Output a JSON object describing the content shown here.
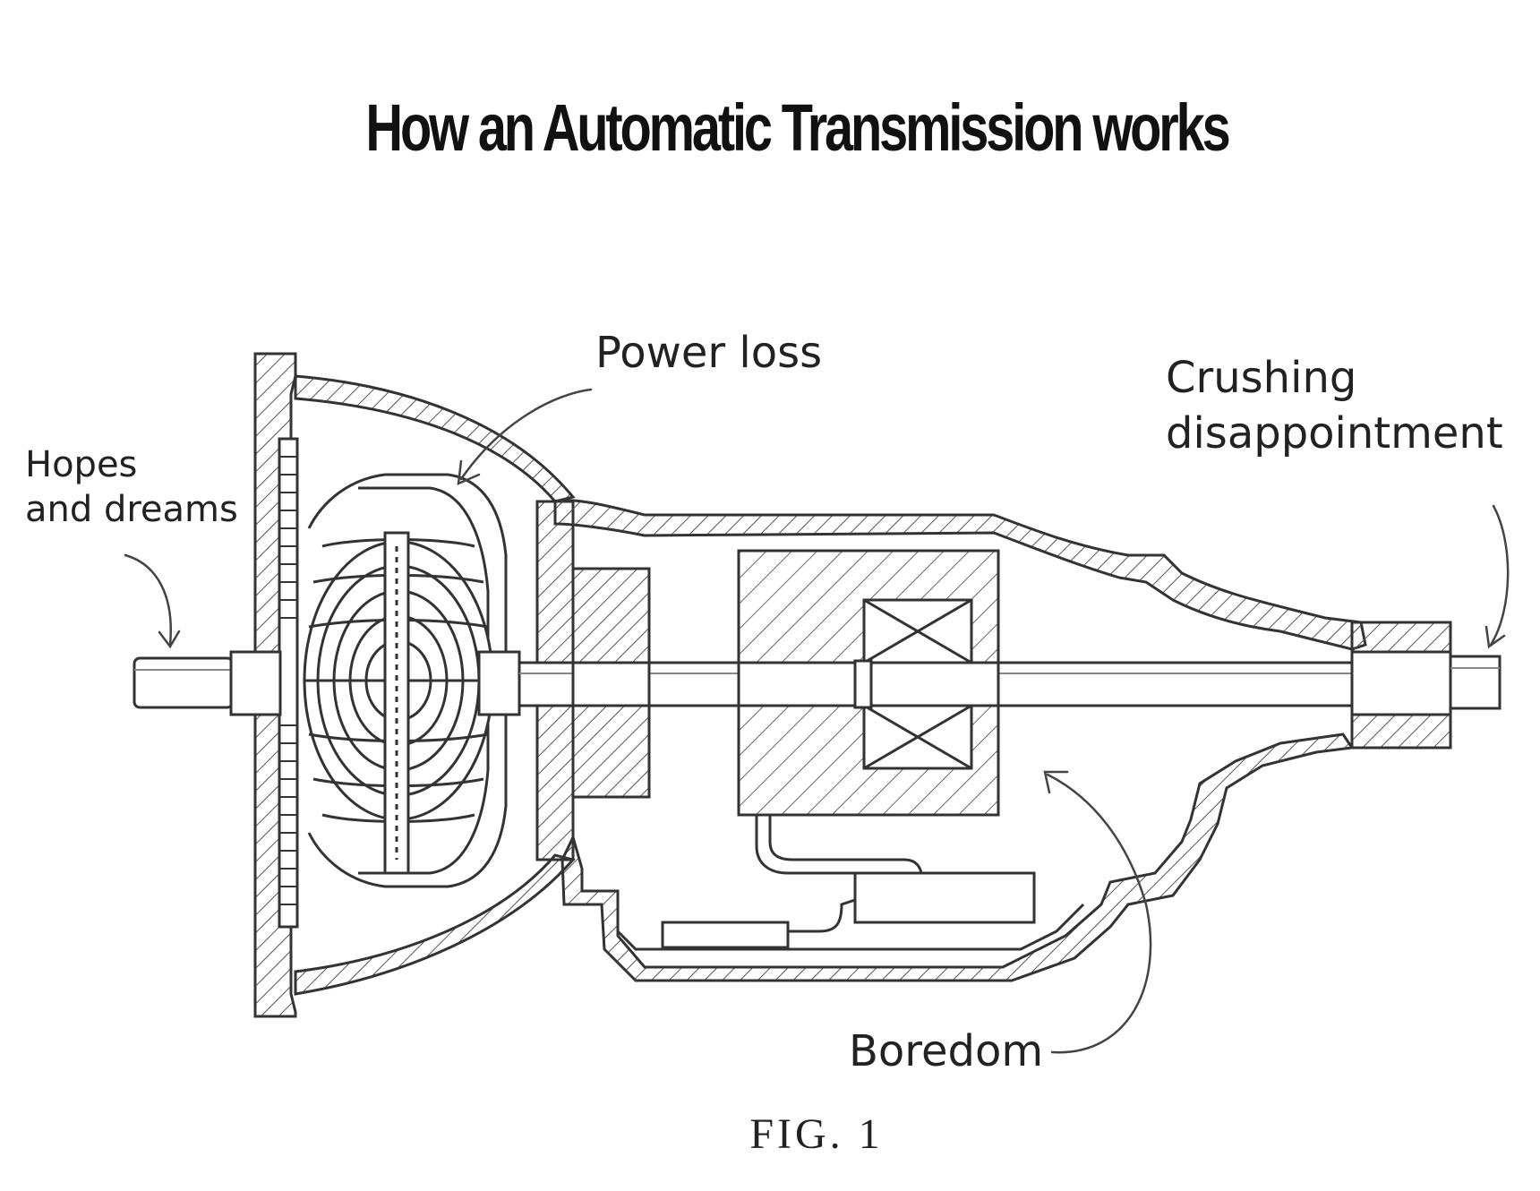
{
  "title": "How an Automatic Transmission works",
  "labels": {
    "input": "Hopes\nand dreams",
    "power_loss": "Power loss",
    "output": "Crushing\ndisappointment",
    "bottom": "Boredom"
  },
  "caption": "FIG.  1"
}
